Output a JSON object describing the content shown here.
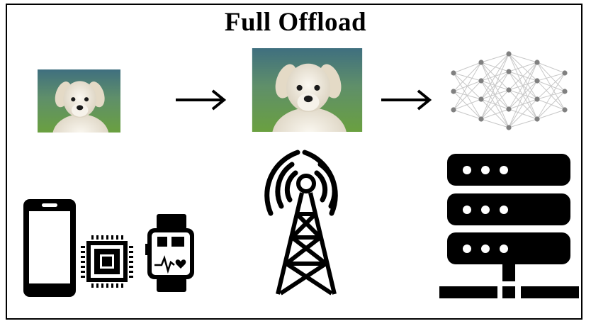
{
  "title": "Full Offload",
  "colors": {
    "ink": "#000000",
    "nn_edge": "#c8c8c8",
    "nn_node": "#808080",
    "photo_bg_top": "#3f6f7f",
    "photo_bg_bottom": "#6aa040",
    "dog_fur": "#f3efe6"
  },
  "icons": {
    "source_image": "puppy-photo",
    "transmitted_image": "puppy-photo",
    "model": "neural-network-icon",
    "device_1": "smartphone-icon",
    "device_2": "microchip-icon",
    "device_3": "smartwatch-icon",
    "network": "cell-tower-icon",
    "server": "server-rack-icon"
  }
}
